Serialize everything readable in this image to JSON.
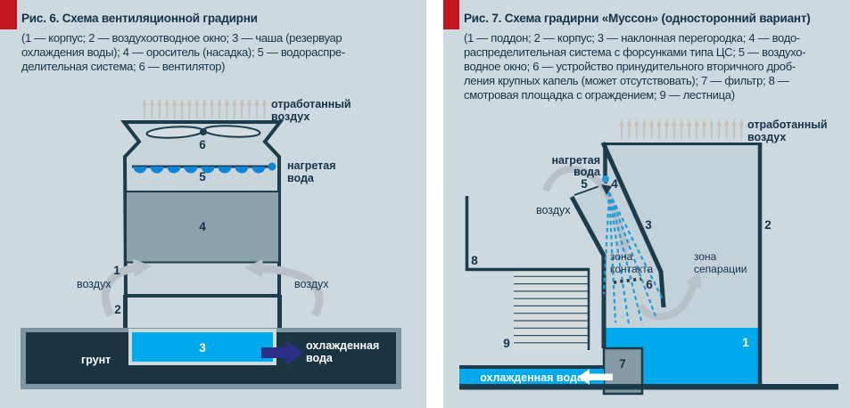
{
  "colors": {
    "panel_bg": "#cdd9de",
    "accent_red": "#c2151f",
    "outline_dark": "#1c3b4b",
    "text_navy": "#15324a",
    "bright_blue": "#00a9ec",
    "drop_blue": "#0d86d8",
    "spray_blue": "#1f9bdc",
    "navy_arrow": "#2b2f85",
    "gray_arrow": "#b8c1c7",
    "exhaust_arrow": "#c7bfb8",
    "ground_dark": "#1b3441",
    "ground_frame": "#7e96a2",
    "fill_gray": "#8ba2ad"
  },
  "left": {
    "title": "Рис. 6. Схема вентиляционной градирни",
    "caption": [
      "(1 — корпус; 2 — воздухоотводное окно; 3 — чаша (резервуар",
      "охлаждения воды); 4 — ороситель (насадка); 5 — водораспре-",
      "делительная система; 6 — вентилятор)"
    ],
    "labels": {
      "exhaust1": "отработанный",
      "exhaust2": "воздух",
      "hot1": "нагретая",
      "hot2": "вода",
      "air_left": "воздух",
      "air_right": "воздух",
      "ground": "грунт",
      "cold1": "охлажденная",
      "cold2": "вода"
    },
    "numbers": {
      "n1": "1",
      "n2": "2",
      "n3": "3",
      "n4": "4",
      "n5": "5",
      "n6": "6"
    }
  },
  "right": {
    "title": "Рис. 7. Схема градирни «Муссон» (односторонний вариант)",
    "caption": [
      "(1 — поддон; 2 — корпус; 3 — наклонная перегородка; 4 — водо-",
      "распределительная система с форсунками типа ЦС; 5 — воздухо-",
      "водное окно; 6 — устройство принудительного вторичного дроб-",
      "ления крупных капель (может отсутствовать); 7 — фильтр; 8 —",
      "смотровая площадка с ограждением; 9 — лестница)"
    ],
    "labels": {
      "exhaust1": "отработанный",
      "exhaust2": "воздух",
      "hot1": "нагретая",
      "hot2": "вода",
      "air": "воздух",
      "contact1": "зона",
      "contact2": "контакта",
      "separation1": "зона",
      "separation2": "сепарации",
      "cold": "охлажденная вода"
    },
    "numbers": {
      "n1": "1",
      "n2": "2",
      "n3": "3",
      "n4": "4",
      "n5": "5",
      "n6": "6",
      "n7": "7",
      "n8": "8",
      "n9": "9"
    }
  }
}
